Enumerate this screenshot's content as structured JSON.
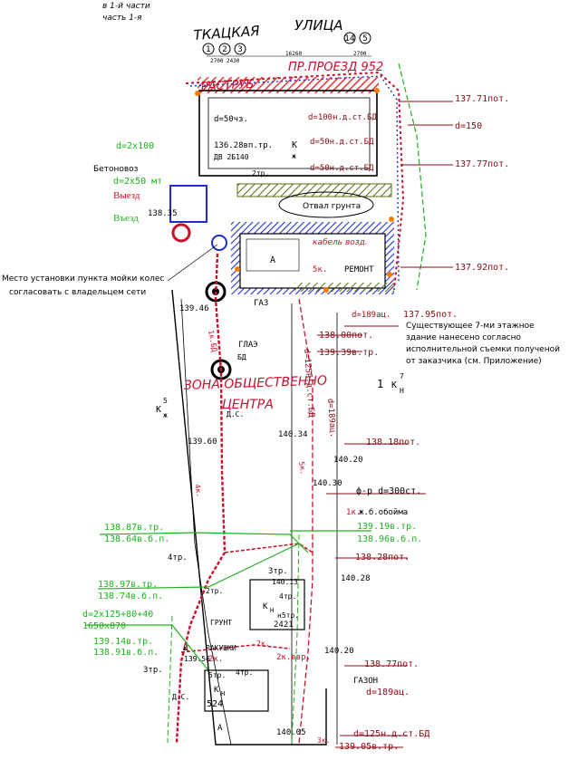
{
  "header": {
    "line1": "в 1-й части",
    "line2": "часть 1-я",
    "street_left": "ТКАЦКАЯ",
    "street_right": "УЛИЦА",
    "axes_top": [
      "1",
      "2",
      "3",
      "14",
      "5"
    ],
    "dims_top": [
      "2700",
      "2430",
      "16260",
      "2700"
    ]
  },
  "building": {
    "label_rastrub": "РАСТРУБ",
    "label_passage": "ПР.ПРОЕЗД 952",
    "d_main": "d=50чз.",
    "pipe_ld": "136.28вп.тр.",
    "pipe_dv": "ДВ 2Б140",
    "k_note": "К",
    "k_sub": "ж",
    "d100": "d=100н.д.ст.БД",
    "d50a": "d=50н.д.ст.БД",
    "d50b": "d=50н.д.ст.БД",
    "tr2": "2тр.",
    "cable": "кабель возд.",
    "remont": "РЕМОНТ",
    "k5": "5к.",
    "a_letter": "А",
    "gaz": "ГАЗ"
  },
  "left_notes": {
    "d2x100": "d=2x100",
    "betonovoz": "Бетоновоз",
    "d2x50": "d=2x50 мт",
    "vyezd1": "Выезд",
    "vyezd2": "Въезд",
    "lvl_13835": "138.35",
    "wash_line1": "Место установки пункта мойки колес",
    "wash_line2": "согласовать с владельцем сети"
  },
  "right_notes": {
    "e13771": "137.71пот.",
    "d150": "d=150",
    "e13777": "137.77пот.",
    "otval": "Отвал грунта",
    "e13792": "137.92пот.",
    "e13795": "137.95пот.",
    "exist_line1": "Существующее 7-ми этажное",
    "exist_line2": "здание нанесено согласно",
    "exist_line3": "исполнительной съемки полученой",
    "exist_line4": "от заказчика (см. Приложение)",
    "d189": "d=189ац.",
    "e13800": "138.00пот.",
    "e13939": "139.39в.тр.",
    "k7": "К",
    "k7n": "7",
    "k7h": "Н",
    "num1": "1",
    "e13818": "138.18пот.",
    "e14020a": "140.20",
    "e14030": "140.30",
    "e14034": "140.34",
    "fr300": "ф-р d=300ст.",
    "zhb": "ж.б.обойма",
    "k1": "1к.",
    "e13919": "139.19в.тр.",
    "e13896": "138.96в.б.п.",
    "e13828": "138.28пот.",
    "e14028": "140.28",
    "e13877": "138.77пот.",
    "gazon": "ГАЗОН",
    "d189b": "d=189ац.",
    "d125": "d=125н.д.ст.БД",
    "e13905": "139.05в.тр.",
    "e14020b": "140.20",
    "e14005": "140.05"
  },
  "middle": {
    "zone1": "ЗОНА ОБЩЕСТВЕННО",
    "zone2": "ЦЕНТРА",
    "k5zh": "К",
    "k5zh_n": "5",
    "k5zh_d": "ж",
    "e13946": "139.46",
    "e13960": "139.60",
    "glaz": "ГЛАЭ",
    "bd": "БД",
    "ds": "Д.С.",
    "kbd": "1к.БД",
    "d189v": "d=189ац.",
    "d12": "d=125н.д.ст.БД",
    "k4": "4к.",
    "k5b": "5к."
  },
  "bottom_left": {
    "e13887": "138.87в.тр.",
    "e13864": "138.64в.б.п.",
    "tr4": "4тр.",
    "e13897": "138.97в.тр.",
    "e13874": "138.74в.б.п.",
    "d2x125": "d=2x125+80+40",
    "d1650": "1650x870",
    "e13914": "139.14в.тр.",
    "e13891": "138.91в.б.п.",
    "tr3": "3тр.",
    "grunt": "ГРУНТ",
    "rakushka": "РАКУШКИ",
    "k2": "2к.",
    "shch": "Щ",
    "e13856": "139.56",
    "ds2": "Д.С.",
    "tr2b": "2тр."
  },
  "bottom_mid": {
    "tr3b": "3тр.",
    "e14013": "140.13",
    "tr4b": "4тр.",
    "n5tr": "н5тр.",
    "n2421": "2421",
    "k_b": "К",
    "k_bn": "Н",
    "tr4c": "4тр.",
    "k2b": "2к.",
    "k2v": "2к.ввр.",
    "tr5": "5тр.",
    "n524": "524",
    "k_c": "К",
    "k_cn": "Н",
    "a2": "А",
    "k3": "3к."
  },
  "colors": {
    "red": "#c8102e",
    "green": "#1db31d",
    "blue": "#1e2bd6",
    "olive": "#6e7a1a",
    "dark_red": "#8b0a14",
    "orange": "#ff7a00"
  }
}
